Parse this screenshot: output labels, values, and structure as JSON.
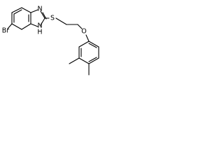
{
  "molecule": {
    "atom_labels": {
      "bromine": "Br",
      "sulfur": "S",
      "oxygen": "O",
      "nitrogen_imine": "N",
      "nitrogen_amine": "N",
      "amine_hydrogen": "H"
    },
    "colors": {
      "bond": "#000000",
      "label": "#000000",
      "background": "#ffffff"
    }
  }
}
